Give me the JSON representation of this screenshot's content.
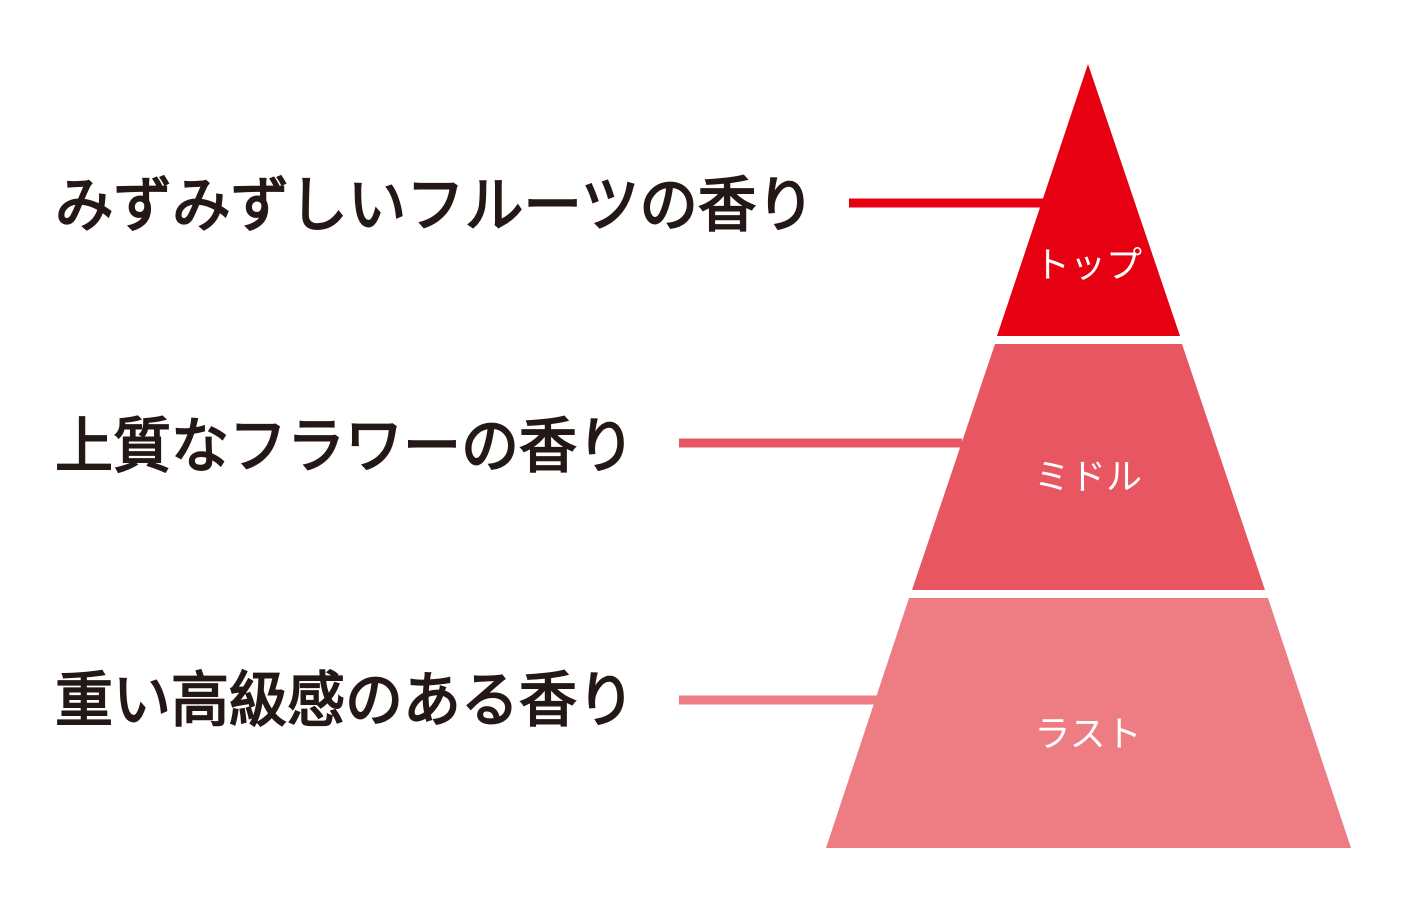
{
  "diagram": {
    "tiers": [
      {
        "tier_label": "トップ",
        "description": "みずみずしいフルーツの香り",
        "color": "#e60012"
      },
      {
        "tier_label": "ミドル",
        "description": "上質なフラワーの香り",
        "color": "#e85661"
      },
      {
        "tier_label": "ラスト",
        "description": "重い高級感のある香り",
        "color": "#ee7c83"
      }
    ]
  }
}
